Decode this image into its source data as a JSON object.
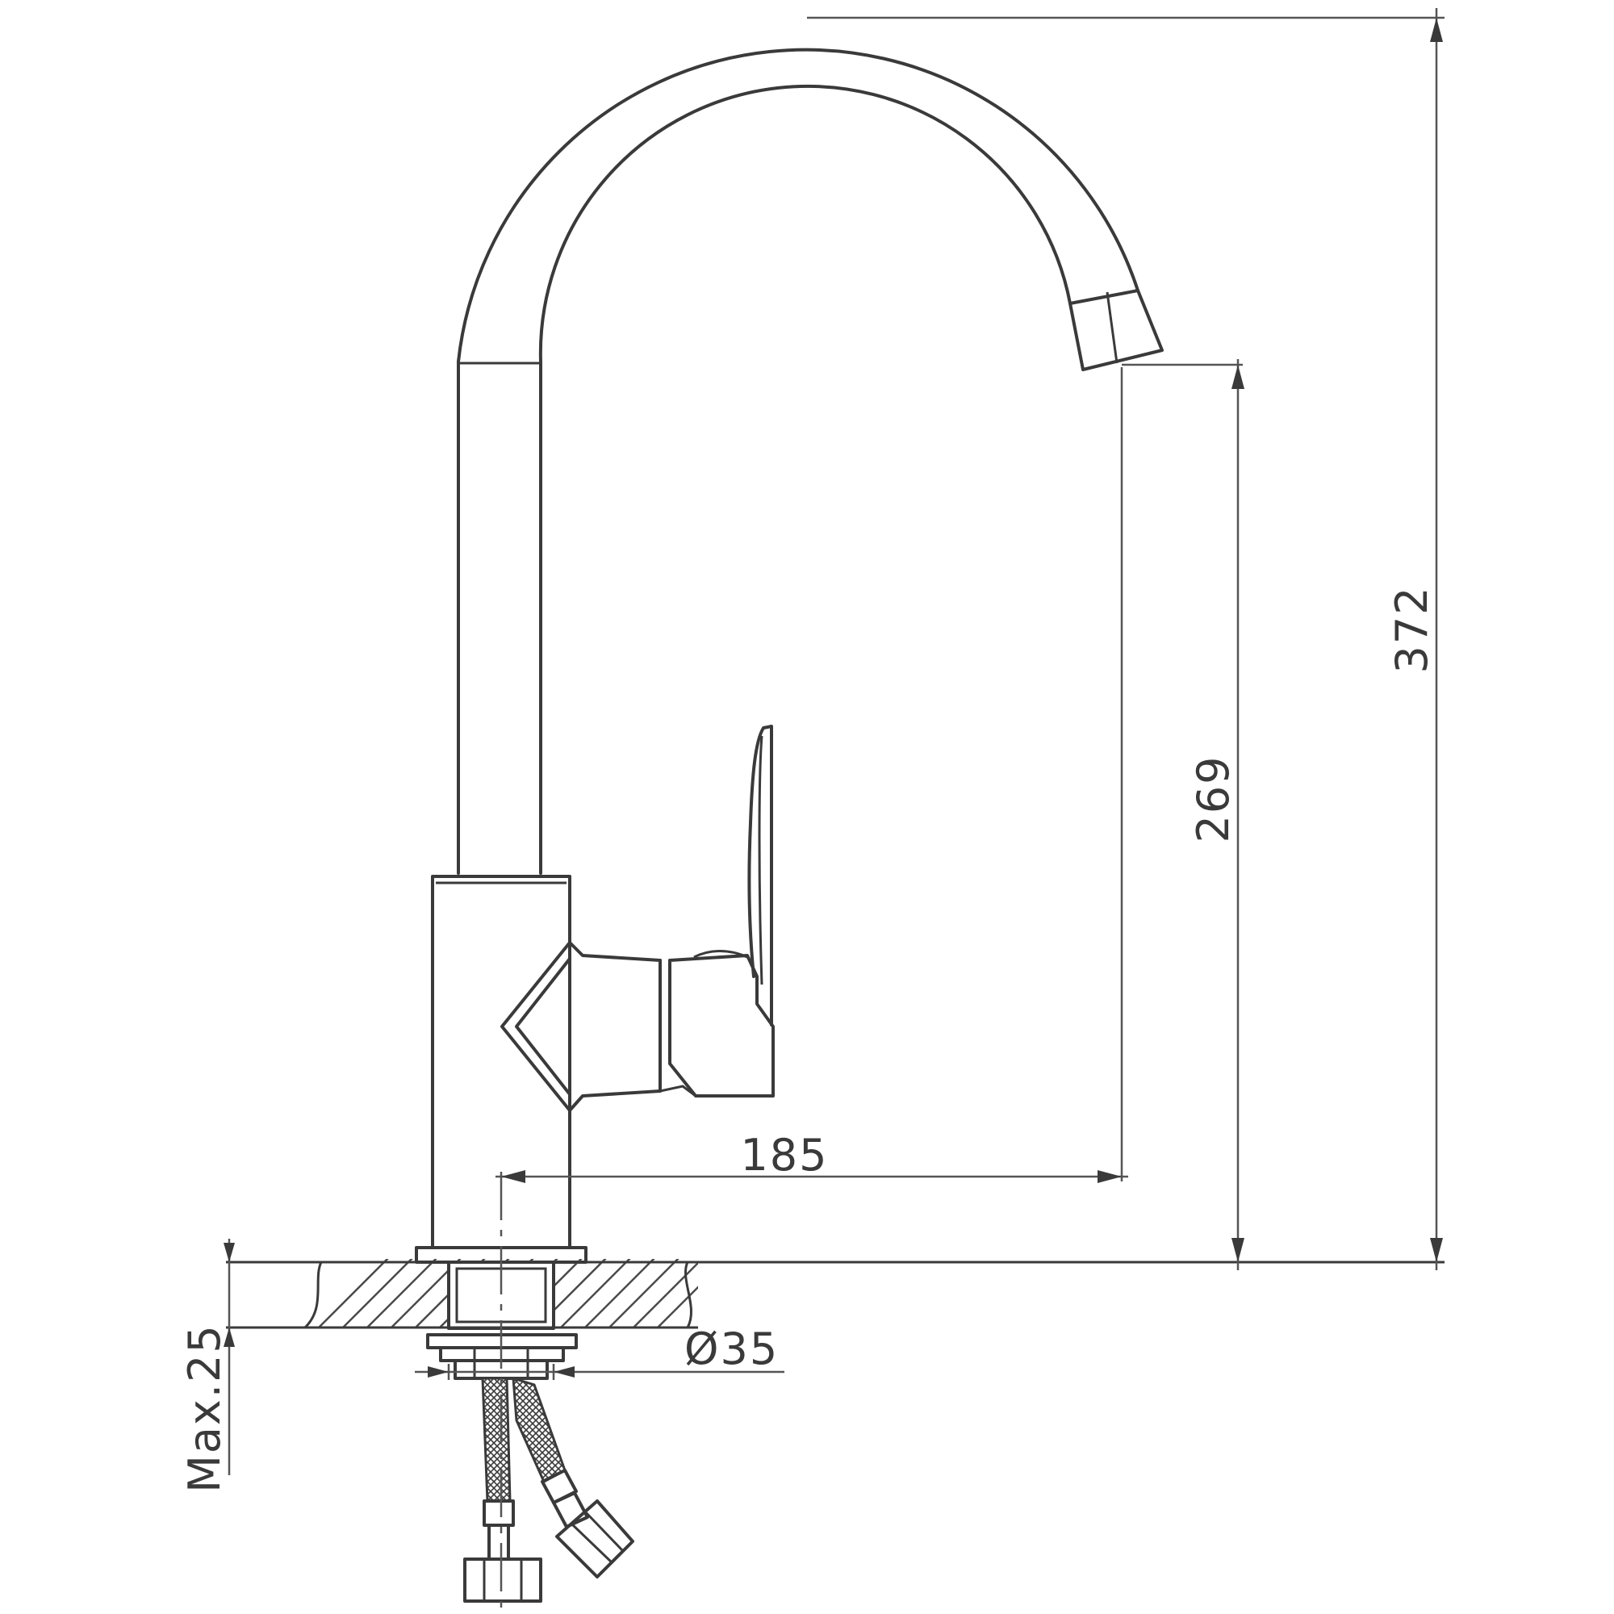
{
  "dimensions": {
    "total_height": "372",
    "spout_height": "269",
    "spout_reach": "185",
    "hole_diameter": "Ø35",
    "max_thickness": "Max.25"
  },
  "colors": {
    "line": "#3a3a3a",
    "background": "#ffffff"
  }
}
